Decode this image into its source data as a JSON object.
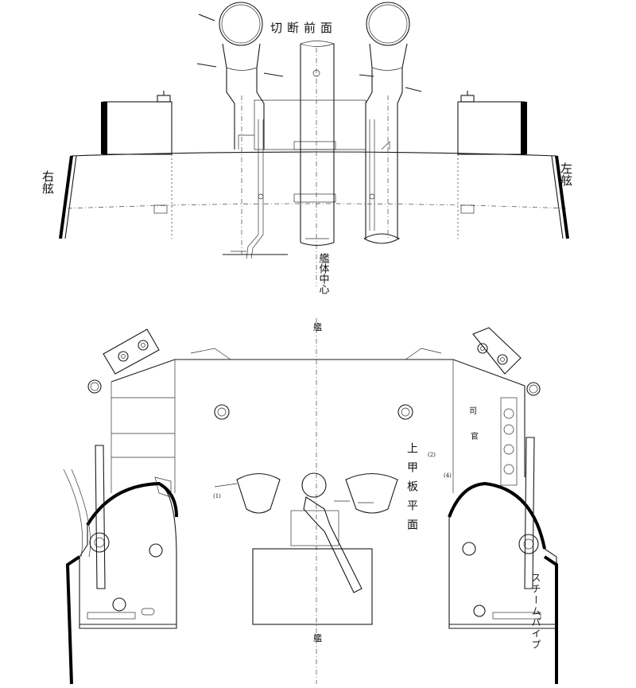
{
  "upper_view": {
    "title": "切断前面",
    "left_side": "右舷",
    "right_side": "左舷",
    "centerline": "艦体中心"
  },
  "lower_view": {
    "title": "上甲板平面",
    "bow_mark": "艦",
    "stern_mark": "艦",
    "starboard_annotation": "スチームパイプ",
    "small_marks": [
      "司",
      "官",
      "(4)",
      "(1)",
      "(2)"
    ]
  }
}
